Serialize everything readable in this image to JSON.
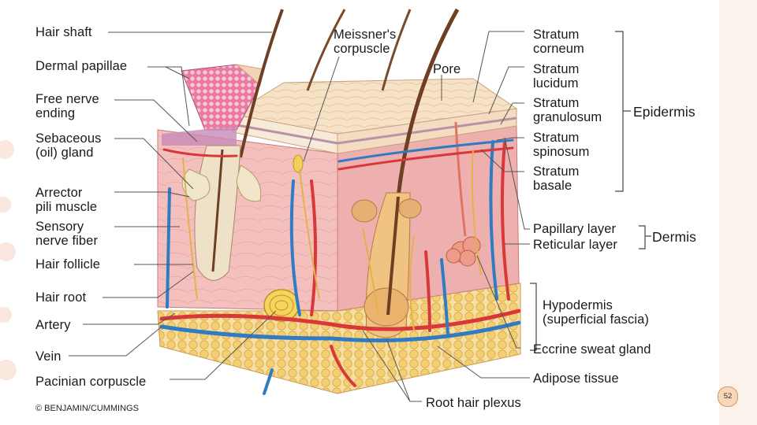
{
  "labels_left": {
    "hair_shaft": "Hair shaft",
    "dermal_papillae": "Dermal papillae",
    "free_nerve_ending": "Free nerve\nending",
    "sebaceous_gland": "Sebaceous\n(oil) gland",
    "arrector_pili": "Arrector\npili muscle",
    "sensory_nerve": "Sensory\nnerve fiber",
    "hair_follicle": "Hair follicle",
    "hair_root": "Hair root",
    "artery": "Artery",
    "vein": "Vein",
    "pacinian": "Pacinian corpuscle"
  },
  "labels_top": {
    "meissner": "Meissner's\ncorpuscle",
    "pore": "Pore"
  },
  "labels_right": {
    "stratum_corneum": "Stratum\ncorneum",
    "stratum_lucidum": "Stratum\nlucidum",
    "stratum_granulosum": "Stratum\ngranulosum",
    "stratum_spinosum": "Stratum\nspinosum",
    "stratum_basale": "Stratum\nbasale",
    "papillary_layer": "Papillary layer",
    "reticular_layer": "Reticular layer",
    "hypodermis": "Hypodermis\n(superficial fascia)",
    "eccrine": "Eccrine sweat gland",
    "adipose": "Adipose tissue"
  },
  "labels_bottom": {
    "root_hair_plexus": "Root hair plexus"
  },
  "group_labels": {
    "epidermis": "Epidermis",
    "dermis": "Dermis"
  },
  "copyright": "© BENJAMIN/CUMMINGS",
  "page_number": "52",
  "colors": {
    "dermis": "#f2b9b6",
    "epidermis": "#f5dcc0",
    "artery": "#d8383a",
    "vein": "#2f7cc4",
    "nerve": "#e3b24a",
    "fat": "#f3cf6e",
    "hair": "#7a4a2a"
  }
}
